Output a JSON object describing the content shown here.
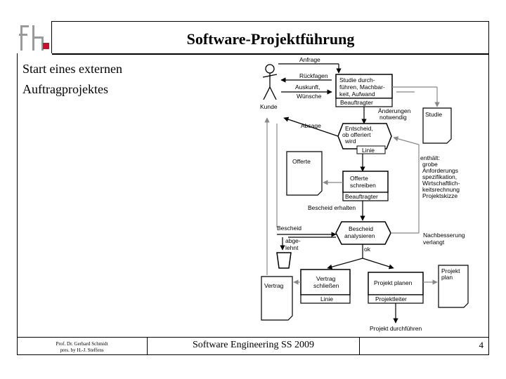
{
  "header": {
    "logo_text": "fh",
    "title": "Software-Projektführung"
  },
  "slide": {
    "subtitle_line1": "Start eines externen",
    "subtitle_line2": "Auftragprojektes"
  },
  "diagram": {
    "kunde": "Kunde",
    "anfrage": "Anfrage",
    "rueckfragen": "Rückfagen",
    "auskunft": "Auskunft,",
    "wuensche": "Wünsche",
    "studie_box": [
      "Studie durch-",
      "führen, Machbar-",
      "keit, Aufwand"
    ],
    "beauftragter1": "Beauftragter",
    "aenderungen": [
      "Änderungen",
      "notwendig"
    ],
    "studie_doc": "Studie",
    "absage": "Absage",
    "entscheid": [
      "Entscheid,",
      "ob offeriert",
      "wird"
    ],
    "linie1": "Linie",
    "enthaelt": [
      "enthält:",
      "grobe",
      "Anforderungs",
      "spezifikation,",
      "Wirtschaftlich-",
      "keitsrechnung",
      "Projektskizze"
    ],
    "offerte_doc": "Offerte",
    "offerte_schreiben": [
      "Offerte",
      "schreiben"
    ],
    "beauftragter2": "Beauftragter",
    "bescheid_erhalten": "Bescheid erhalten",
    "bescheid": "Bescheid",
    "bescheid_analysieren": [
      "Bescheid",
      "analysieren"
    ],
    "nachbesserung": [
      "Nachbesserung",
      "verlangt"
    ],
    "abgelehnt": [
      "abge-",
      "lehnt"
    ],
    "ok": "ok",
    "vertrag_doc": "Vertrag",
    "vertrag_schliessen": [
      "Vertrag",
      "schließen"
    ],
    "linie2": "Linie",
    "projekt_planen": "Projekt planen",
    "projektleiter": "Projektleiter",
    "projektplan_doc": [
      "Projekt",
      "plan"
    ],
    "projekt_durchfuehren": "Projekt durchführen"
  },
  "footer": {
    "author_line1": "Prof. Dr. Gerhard Schmidt",
    "author_line2": "pres. by H.-J. Steffens",
    "course": "Software Engineering SS 2009",
    "page": "4"
  }
}
